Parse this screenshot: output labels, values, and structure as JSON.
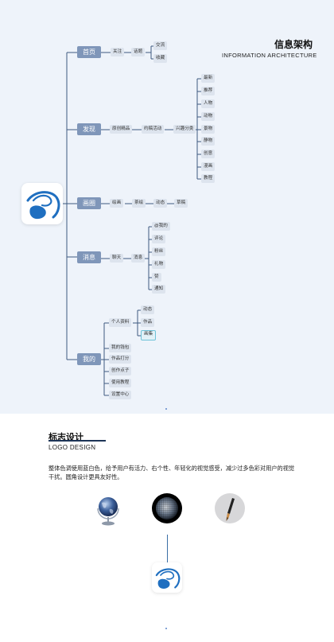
{
  "ia": {
    "title_cn": "信息架构",
    "title_en": "INFORMATION  ARCHITECTURE",
    "main_nodes": [
      {
        "label": "首页"
      },
      {
        "label": "发现"
      },
      {
        "label": "画圈"
      },
      {
        "label": "消息"
      },
      {
        "label": "我的"
      }
    ],
    "home": {
      "follow": "关注",
      "topic": "话题",
      "exchange": "交流",
      "collect": "收藏"
    },
    "discover": {
      "original": "原创精品",
      "commission": "约稿活动",
      "interest": "兴趣分类",
      "categories": [
        "最新",
        "推荐",
        "人物",
        "动物",
        "景物",
        "静物",
        "创意",
        "漫画",
        "教程"
      ]
    },
    "circle": {
      "painting": "绘画",
      "tea": "茶绘",
      "dynamic": "动态",
      "draft": "草稿"
    },
    "message": {
      "chat": "聊天",
      "msg": "消息",
      "items": [
        "@我的",
        "评论",
        "粉丝",
        "礼物",
        "赞",
        "通知"
      ]
    },
    "mine": {
      "profile": "个人资料",
      "profile_items": [
        "动态",
        "作品",
        "画集"
      ],
      "items": [
        "我的钱包",
        "作品打分",
        "创作点子",
        "使用教程",
        "设置中心"
      ]
    }
  },
  "logo_section": {
    "title_cn": "标志设计",
    "title_en": "LOGO  DESIGN",
    "body": "整体色调使用蓝白色，给予用户有活力、右个性、年轻化的视觉感受，减少过多色彩对用户的视觉干扰。圆角设计更具友好性。"
  },
  "colors": {
    "background": "#eef3fa",
    "main_node": "#7f96b9",
    "sub_node": "#dde4ee",
    "line": "#3d5a80",
    "highlight_border": "#6fc2d8",
    "logo_blue": "#1f6fc0"
  },
  "icons": [
    "logo-icon",
    "globe-icon",
    "disco-ball-icon",
    "paintbrush-icon"
  ]
}
